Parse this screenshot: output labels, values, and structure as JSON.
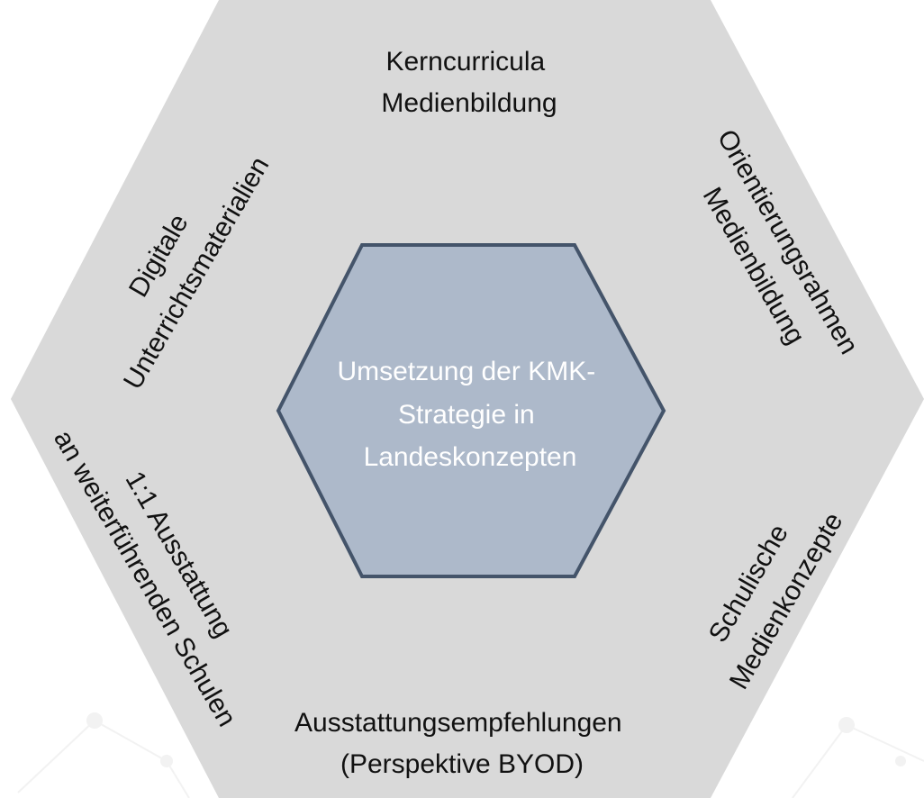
{
  "colors": {
    "outer_fill": "#d9d9d9",
    "inner_fill": "#adb9ca",
    "inner_stroke": "#44546a",
    "center_text": "#ffffff",
    "label_text": "#111111",
    "background_network": "#f2f2f2"
  },
  "center": {
    "lines": [
      "Umsetzung der KMK-",
      "Strategie in",
      "Landeskonzepten"
    ]
  },
  "segments": {
    "top": {
      "lines": [
        "Kerncurricula",
        "Medienbildung"
      ]
    },
    "upper_right": {
      "lines": [
        "Orientierungsrahmen",
        "Medienbildung"
      ]
    },
    "lower_right": {
      "lines": [
        "Schulische",
        "Medienkonzepte"
      ]
    },
    "bottom": {
      "lines": [
        "Ausstattungsempfehlungen",
        "(Perspektive BYOD)"
      ]
    },
    "lower_left": {
      "lines": [
        "1:1 Ausstattung",
        "an weiterführenden Schulen"
      ]
    },
    "upper_left": {
      "lines": [
        "Digitale",
        "Unterrichtsmaterialien"
      ]
    }
  }
}
